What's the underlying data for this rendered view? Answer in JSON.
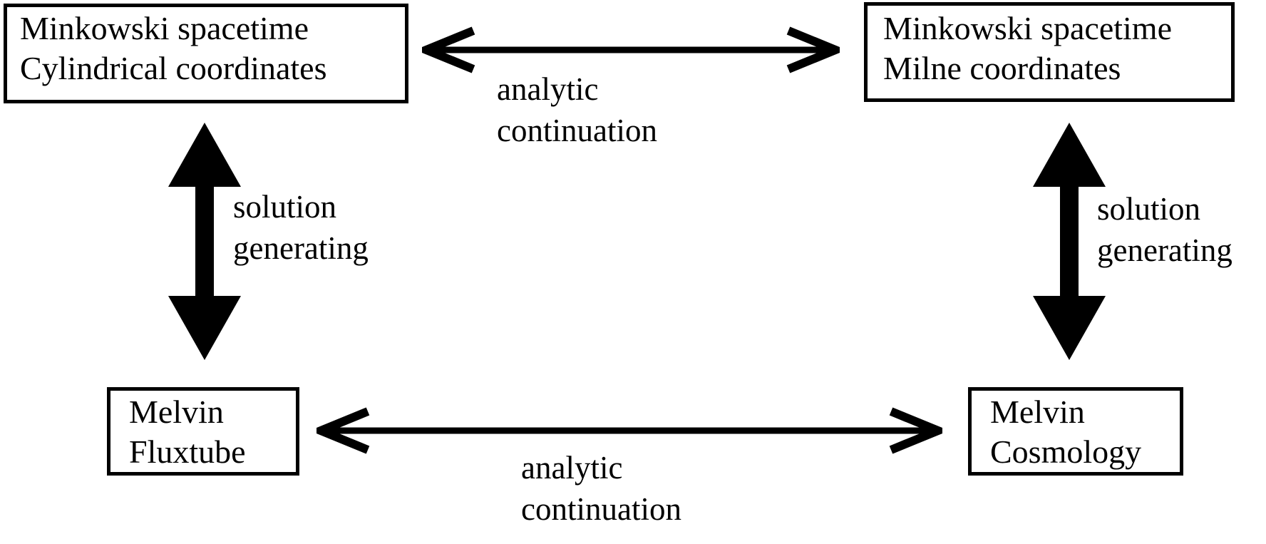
{
  "diagram": {
    "background": "#ffffff",
    "ink": "#000000",
    "nodes": [
      {
        "id": "minkowski-cylindrical",
        "lines": [
          "Minkowski spacetime",
          "Cylindrical coordinates"
        ]
      },
      {
        "id": "minkowski-milne",
        "lines": [
          "Minkowski spacetime",
          "Milne coordinates"
        ]
      },
      {
        "id": "melvin-fluxtube",
        "lines": [
          "Melvin",
          "Fluxtube"
        ]
      },
      {
        "id": "melvin-cosmology",
        "lines": [
          "Melvin",
          "Cosmology"
        ]
      }
    ],
    "edges": [
      {
        "id": "top-analytic-continuation",
        "style": "thin-open-double-arrow",
        "orientation": "horizontal",
        "connects": [
          "minkowski-cylindrical",
          "minkowski-milne"
        ],
        "label_lines": [
          "analytic",
          "continuation"
        ]
      },
      {
        "id": "bottom-analytic-continuation",
        "style": "thin-open-double-arrow",
        "orientation": "horizontal",
        "connects": [
          "melvin-fluxtube",
          "melvin-cosmology"
        ],
        "label_lines": [
          "analytic",
          "continuation"
        ]
      },
      {
        "id": "left-solution-generating",
        "style": "thick-filled-double-arrow",
        "orientation": "vertical",
        "connects": [
          "minkowski-cylindrical",
          "melvin-fluxtube"
        ],
        "label_lines": [
          "solution",
          "generating"
        ]
      },
      {
        "id": "right-solution-generating",
        "style": "thick-filled-double-arrow",
        "orientation": "vertical",
        "connects": [
          "minkowski-milne",
          "melvin-cosmology"
        ],
        "label_lines": [
          "solution",
          "generating"
        ]
      }
    ]
  }
}
